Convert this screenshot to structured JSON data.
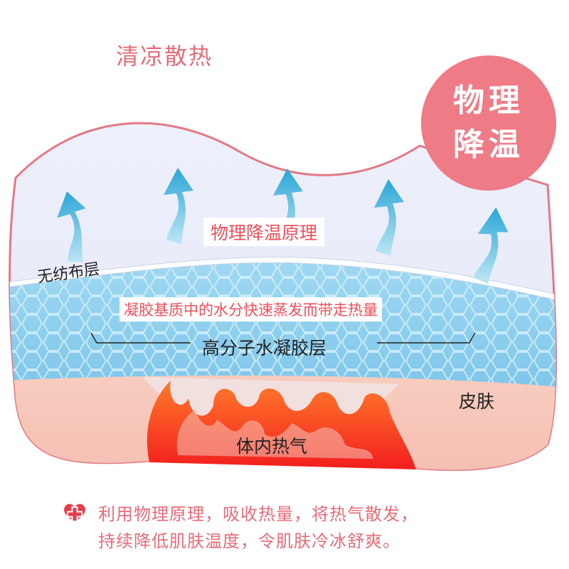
{
  "title": "清凉散热",
  "badge": {
    "line1": "物理",
    "line2": "降温"
  },
  "labels": {
    "principle": "物理降温原理",
    "nonwoven": "无纺布层",
    "effect": "凝胶基质中的水分快速蒸发而带走热量",
    "hydrogel": "高分子水凝胶层",
    "skin": "皮肤",
    "body_heat": "体内热气"
  },
  "note": {
    "line1": "利用物理原理，吸收热量，将热气散发，",
    "line2": "持续降低肌肤温度，令肌肤冷冰舒爽。"
  },
  "icons": {
    "badge": "medical-cross-heart-icon",
    "arrows": "evaporation-arrow-icon",
    "flames": "flame-icon"
  },
  "colors": {
    "accent": "#e56d79",
    "badge": "#ee7b86",
    "label_red": "#ef4f5a",
    "gel_blue": "#8fd0ef",
    "arrow_blue": "#3fb0d9",
    "skin": "#f6c1b7",
    "flame": "#f23a1f"
  }
}
